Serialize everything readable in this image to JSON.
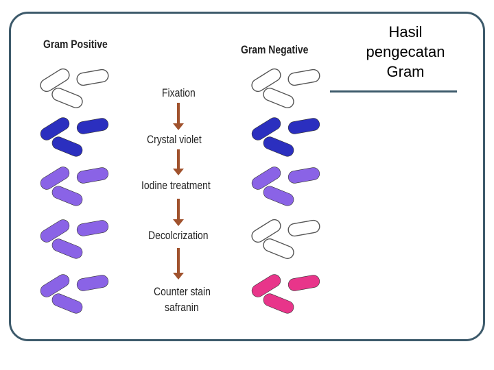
{
  "title": "Hasil pengecatan Gram",
  "title_lines": [
    "Hasil",
    "pengecatan",
    "Gram"
  ],
  "columns": {
    "positive": "Gram Positive",
    "negative": "Gram Negative"
  },
  "steps": {
    "fixation": "Fixation",
    "crystal_violet": "Crystal violet",
    "iodine": "Iodine treatment",
    "decolorization": "Decolcrization",
    "counter_stain_line1": "Counter stain",
    "counter_stain_line2": "safranin"
  },
  "colors": {
    "frame": "#3d5a6b",
    "unstained": "#ffffff",
    "crystal_violet": "#2b2fbf",
    "iodine_purple": "#8a63e6",
    "safranin": "#e8358a",
    "arrow": "#a0522d"
  }
}
